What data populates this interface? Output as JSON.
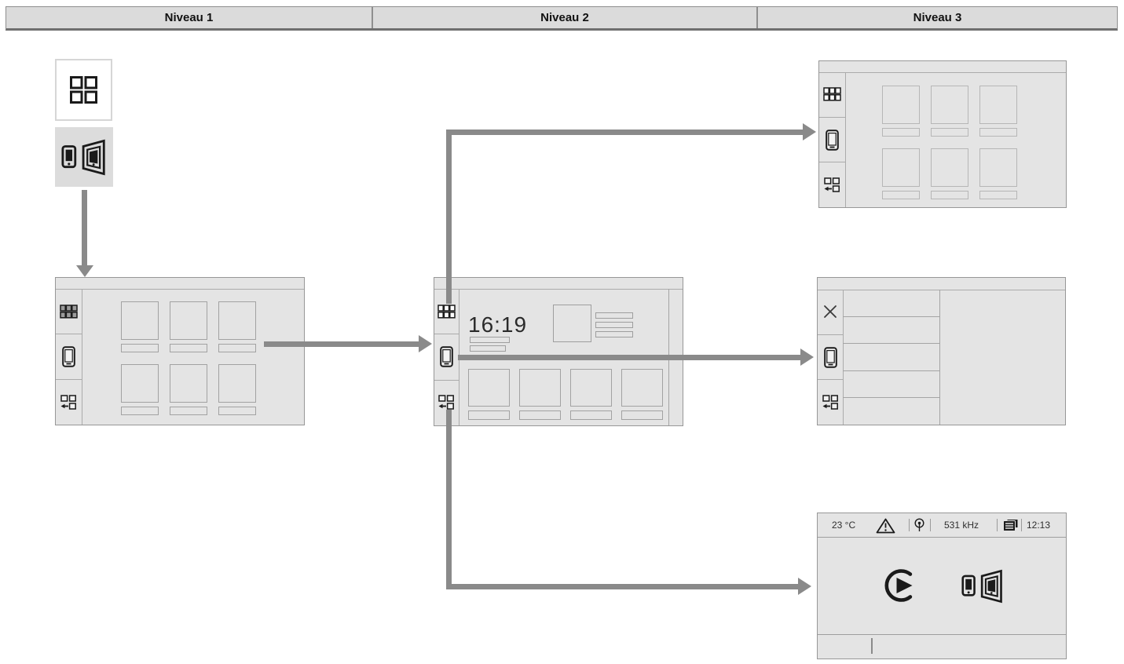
{
  "header": {
    "levels": [
      {
        "label": "Niveau 1"
      },
      {
        "label": "Niveau 2"
      },
      {
        "label": "Niveau 3"
      }
    ]
  },
  "entry_icons": {
    "apps_box_icon": "grid-2x2-icon",
    "smartphone_box_icon": "dual-phone-icon"
  },
  "screens": {
    "level1_apps": {
      "sidebar_icons": [
        "apps-grid-icon",
        "smartphone-icon",
        "exit-icon"
      ],
      "tiles": 6
    },
    "level2_smartphone": {
      "clock": "16:19",
      "sidebar_icons": [
        "apps-grid-icon",
        "smartphone-icon",
        "exit-icon"
      ],
      "tiles": 4
    },
    "level3_apps": {
      "sidebar_icons": [
        "apps-grid-icon",
        "smartphone-icon",
        "exit-icon"
      ],
      "tiles": 6
    },
    "level3_list": {
      "sidebar_icons": [
        "close-icon",
        "smartphone-icon",
        "exit-icon"
      ],
      "rows": 5
    },
    "level3_carplay": {
      "status_bar": {
        "temperature": "23 °C",
        "warning_icon": "warning-triangle-icon",
        "antenna_icon": "antenna-icon",
        "frequency": "531 kHz",
        "list_icon": "traffic-list-icon",
        "time": "12:13"
      },
      "content_icons": [
        "carplay-icon",
        "dual-phone-icon"
      ]
    }
  },
  "colors": {
    "arrow": "#8a8a8a",
    "icon_ink": "#1a1a1a",
    "screen_background": "#e4e4e4",
    "header_background": "#dbdbdb"
  }
}
